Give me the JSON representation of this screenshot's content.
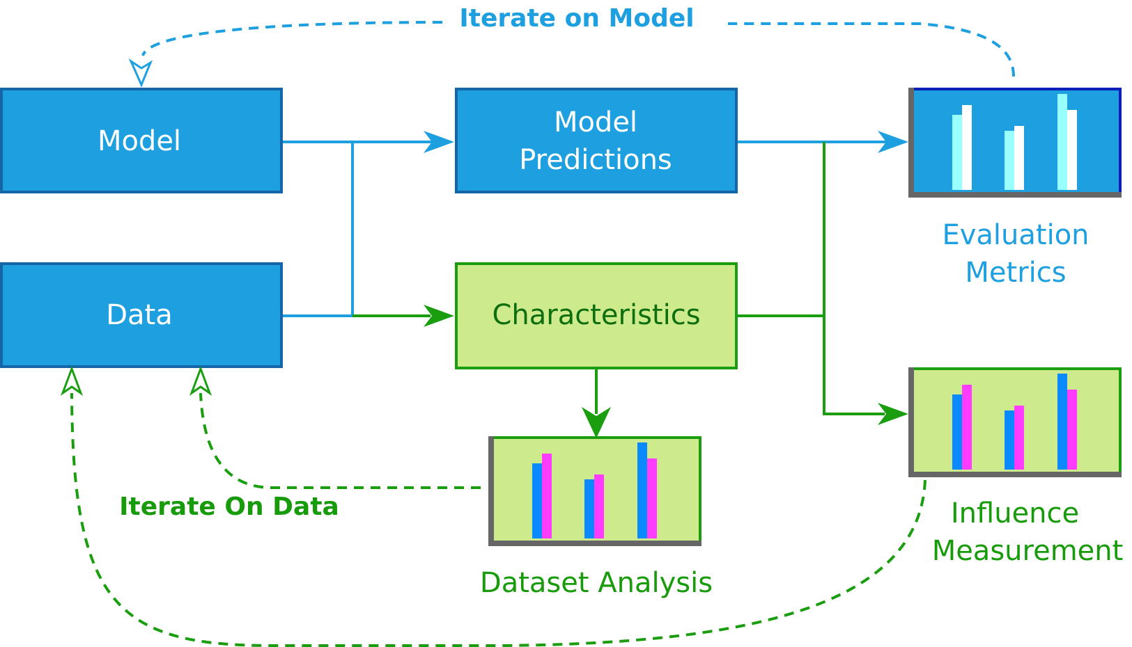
{
  "colors": {
    "blue_fill": "#1e9fe0",
    "blue_stroke": "#1565a9",
    "blue_text": "#1e9fe0",
    "green_fill": "#cdea8c",
    "green_stroke": "#1a9e10",
    "green_text": "#179b0b",
    "dark_green_text": "#0d6e0d",
    "axis_gray": "#666666",
    "bar_cyan": "#99ffff",
    "bar_white": "#ffffff",
    "bar_blue": "#0b89ff",
    "bar_magenta": "#ff3cff"
  },
  "nodes": {
    "model": {
      "line1": "Model"
    },
    "data": {
      "line1": "Data"
    },
    "predictions": {
      "line1": "Model",
      "line2": "Predictions"
    },
    "characteristics": {
      "line1": "Characteristics"
    }
  },
  "captions": {
    "evaluation": {
      "line1": "Evaluation",
      "line2": "Metrics"
    },
    "dataset": {
      "line1": "Dataset Analysis"
    },
    "influence": {
      "line1": "Influence",
      "line2": "Measurement"
    }
  },
  "loops": {
    "model_loop": "Iterate on Model",
    "data_loop": "Iterate On Data"
  },
  "icons": {
    "evaluation_chart": "bar-chart-icon",
    "dataset_chart": "bar-chart-icon",
    "influence_chart": "bar-chart-icon"
  }
}
